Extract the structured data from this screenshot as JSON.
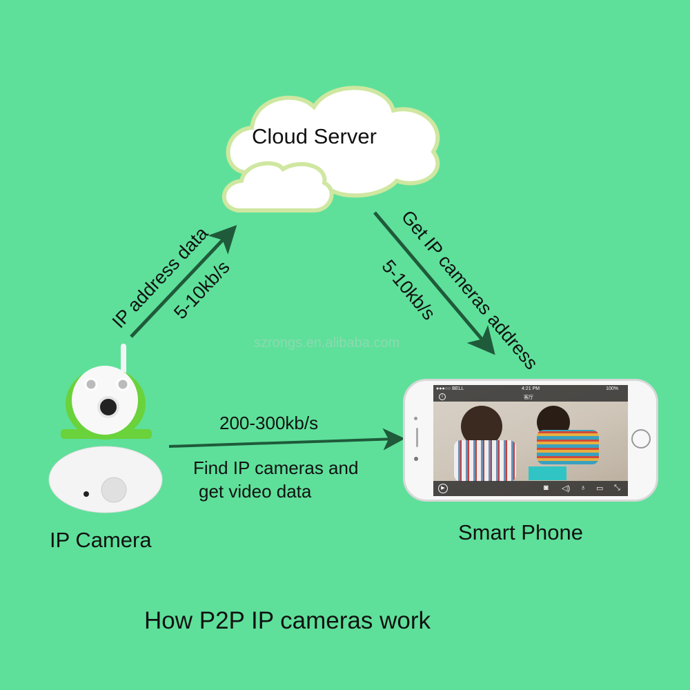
{
  "cloud": {
    "label": "Cloud Server"
  },
  "left_arrow": {
    "label": "IP address data",
    "rate": "5-10kb/s"
  },
  "right_arrow": {
    "label": "Get IP cameras address",
    "rate": "5-10kb/s"
  },
  "bottom_arrow": {
    "rate": "200-300kb/s",
    "label_line1": "Find IP cameras and",
    "label_line2": "get video data"
  },
  "camera": {
    "label": "IP Camera"
  },
  "phone": {
    "label": "Smart Phone",
    "carrier": "●●●○○ BELL",
    "time": "4:21 PM",
    "battery": "100%",
    "screen_title": "客厅"
  },
  "watermark": "szrongs.en.alibaba.com",
  "caption": "How P2P IP cameras work",
  "colors": {
    "background": "#5ee09a",
    "arrow": "#1f5a3a",
    "camera_accent": "#6ad23a"
  }
}
